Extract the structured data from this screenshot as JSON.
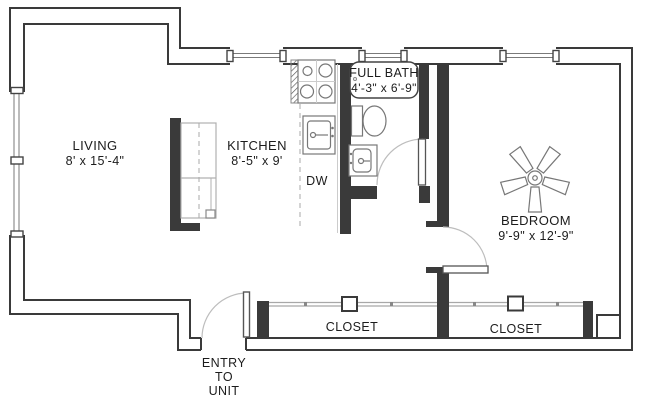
{
  "title": "One-bedroom apartment floor plan",
  "rooms": {
    "living": {
      "name": "LIVING",
      "dimensions": "8' x 15'-4\""
    },
    "kitchen": {
      "name": "KITCHEN",
      "dimensions": "8'-5\" x 9'"
    },
    "full_bath": {
      "name": "FULL BATH",
      "dimensions": "4'-3\" x 6'-9\""
    },
    "bedroom": {
      "name": "BEDROOM",
      "dimensions": "9'-9\" x 12'-9\""
    },
    "closet_hall": {
      "name": "CLOSET"
    },
    "closet_bedroom": {
      "name": "CLOSET"
    }
  },
  "labels": {
    "dishwasher": "DW",
    "entry_line1": "ENTRY",
    "entry_line2": "TO",
    "entry_line3": "UNIT"
  },
  "colors": {
    "wall": "#3a3a3a",
    "fixture_line": "#767676",
    "swing_arc": "#bdbdbd",
    "closet_track": "#a8a8a8",
    "text": "#1c1c1c",
    "background": "#ffffff"
  }
}
